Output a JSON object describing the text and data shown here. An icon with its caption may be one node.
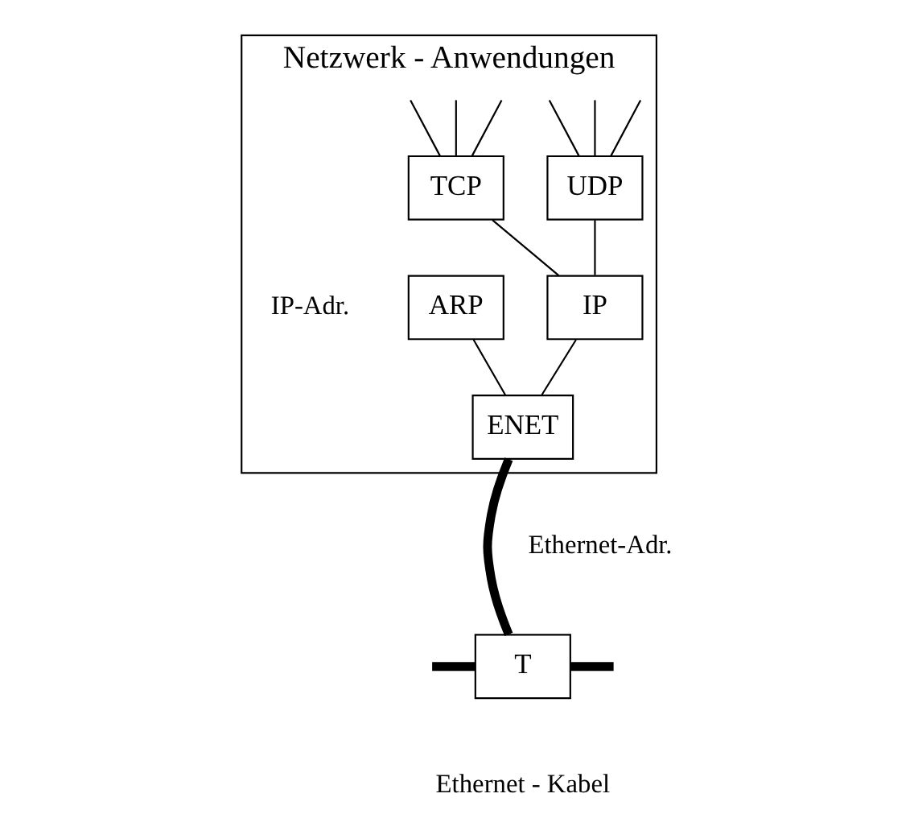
{
  "diagram": {
    "nodes": [
      {
        "text": [
          "Netzwerk - Anwendungen"
        ]
      },
      {
        "text": [
          "TCP"
        ],
        "in": 0
      },
      {
        "text": [
          "UDP"
        ],
        "in": 0
      },
      {
        "text": [
          "IP"
        ],
        "in": 0
      },
      {
        "text": [
          "ARP"
        ],
        "in": 0
      },
      {
        "text": [
          "ENET"
        ],
        "in": 0
      },
      {
        "text": [
          "T"
        ]
      }
    ],
    "edges": [
      {
        "from": null,
        "to": 1,
        "arrow": "none"
      },
      {
        "from": null,
        "to": 1,
        "arrow": "none"
      },
      {
        "from": null,
        "to": 1,
        "arrow": "none"
      },
      {
        "from": null,
        "to": 2,
        "arrow": "none"
      },
      {
        "from": null,
        "to": 2,
        "arrow": "none"
      },
      {
        "from": null,
        "to": 2,
        "arrow": "none"
      },
      {
        "from": 1,
        "to": 3,
        "arrow": "none"
      },
      {
        "from": 2,
        "to": 3,
        "arrow": "none"
      },
      {
        "from": 4,
        "to": 5,
        "arrow": "none"
      },
      {
        "from": 3,
        "to": 5,
        "arrow": "none"
      },
      {
        "from": 5,
        "to": 6,
        "arrow": "none",
        "style": "thick"
      },
      {
        "from": null,
        "to": 6,
        "arrow": "none",
        "style": "thick"
      },
      {
        "from": 6,
        "to": null,
        "arrow": "none",
        "style": "thick"
      }
    ],
    "labels": [
      "IP-Adr.",
      "Ethernet-Adr.",
      "Ethernet - Kabel"
    ]
  }
}
